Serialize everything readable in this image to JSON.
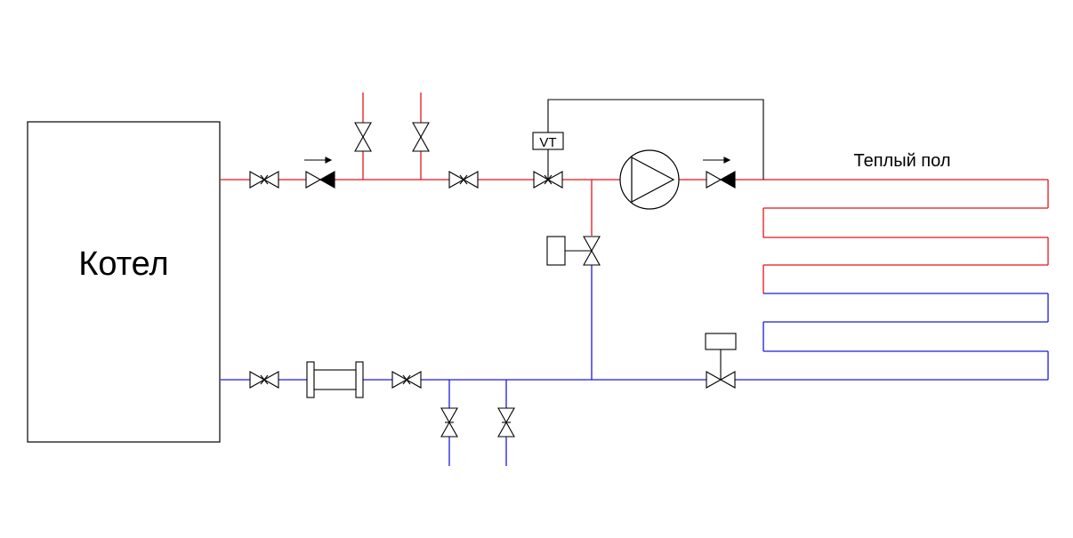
{
  "diagram": {
    "boiler_label": "Котел",
    "floor_label": "Теплый пол",
    "thermo_valve_label": "VT"
  },
  "colors": {
    "supply": "#e8131a",
    "return": "#1c1ae0",
    "outline": "#000000",
    "background": "#ffffff"
  }
}
